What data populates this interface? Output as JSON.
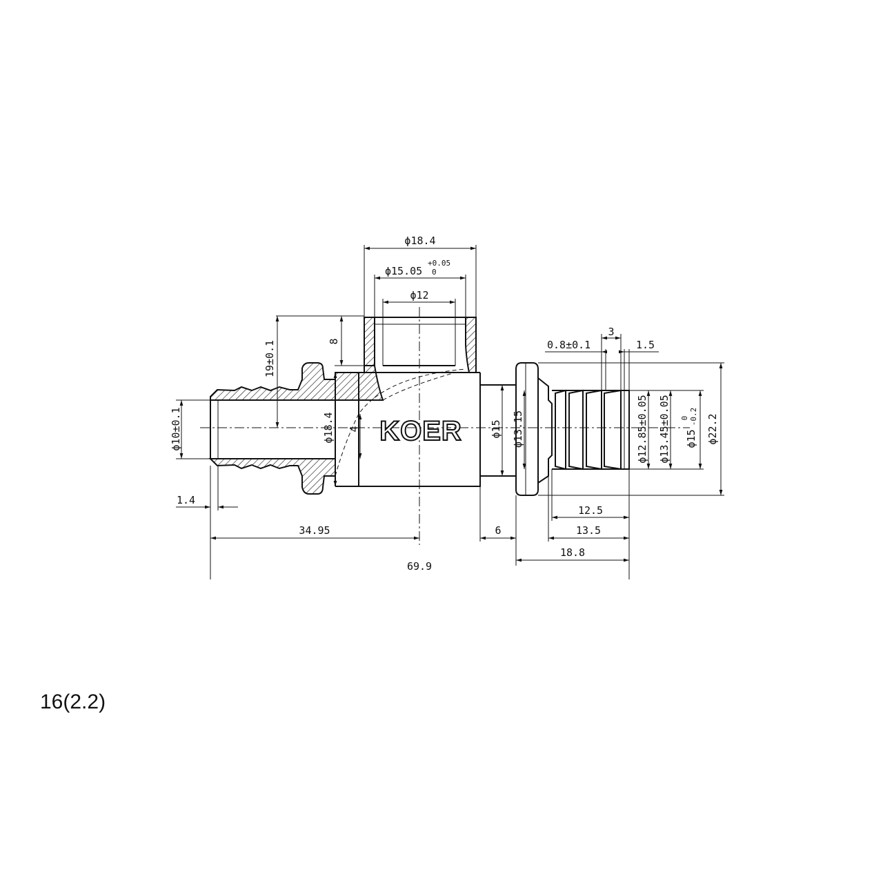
{
  "brand": "KOER",
  "size_label": "16(2.2)",
  "dims": {
    "d18_4_top": "ϕ18.4",
    "d15_05": "ϕ15.05",
    "d15_05_tol_upper": "+0.05",
    "d15_05_tol_lower": "0",
    "d12": "ϕ12",
    "len_8": "8",
    "len_19": "19±0.1",
    "d10": "ϕ10±0.1",
    "d18_4_body": "ϕ18.4",
    "len_4": "4",
    "d15_body": "ϕ15",
    "d13_15": "ϕ13.15",
    "len_0_8": "0.8±0.1",
    "len_3": "3",
    "len_1_5": "1.5",
    "d12_85": "ϕ12.85±0.05",
    "d13_45": "ϕ13.45±0.05",
    "d15_tip": "ϕ15",
    "d15_tip_tol_upper": "0",
    "d15_tip_tol_lower": "-0.2",
    "d22_2": "ϕ22.2",
    "len_1_4": "1.4",
    "len_34_95": "34.95",
    "len_6": "6",
    "len_12_5": "12.5",
    "len_13_5": "13.5",
    "len_18_8": "18.8",
    "len_69_9": "69.9"
  }
}
